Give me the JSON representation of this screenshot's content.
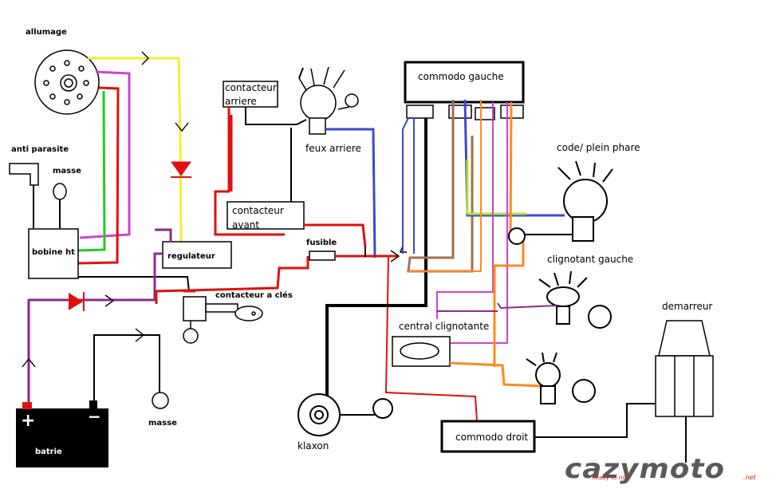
{
  "labels": {
    "allumage": "allumage",
    "anti_parasite": "anti parasite",
    "masse_top": "masse",
    "bobine_ht": "bobine ht",
    "regulateur": "regulateur",
    "contacteur_arriere_1": "contacteur",
    "contacteur_arriere_2": "arriere",
    "feux_arriere": "feux arriere",
    "contacteur_avant_1": "contacteur",
    "contacteur_avant_2": "avant",
    "fusible": "fusible",
    "contacteur_a_cles": "contacteur a clés",
    "commodo_gauche": "commodo gauche",
    "code_plein_phare": "code/ plein phare",
    "clignotant_gauche": "clignotant gauche",
    "central_clignotante": "central clignotante",
    "demarreur": "demarreur",
    "klaxon": "klaxon",
    "commodo_droit": "commodo droit",
    "batrie": "batrie",
    "masse_bottom": "masse",
    "plus_sign": "+",
    "minus_sign": "−"
  },
  "logo": {
    "main": "cazymoto",
    "tagline": "Ready to ride",
    "suffix": ".net"
  },
  "colors": {
    "background": "#ffffff",
    "wire_black": "#000000",
    "wire_red": "#e01010",
    "wire_yellow": "#f0f030",
    "wire_purple": "#8b2a8b",
    "wire_magenta": "#cc44cc",
    "wire_green": "#22cc22",
    "wire_blue": "#3a4ad0",
    "wire_brown": "#a07050",
    "wire_orange": "#ff8a20",
    "wire_lime": "#b8e030",
    "battery_body": "#000000",
    "logo_gray": "#5a5a5a",
    "logo_red": "#d02020"
  }
}
